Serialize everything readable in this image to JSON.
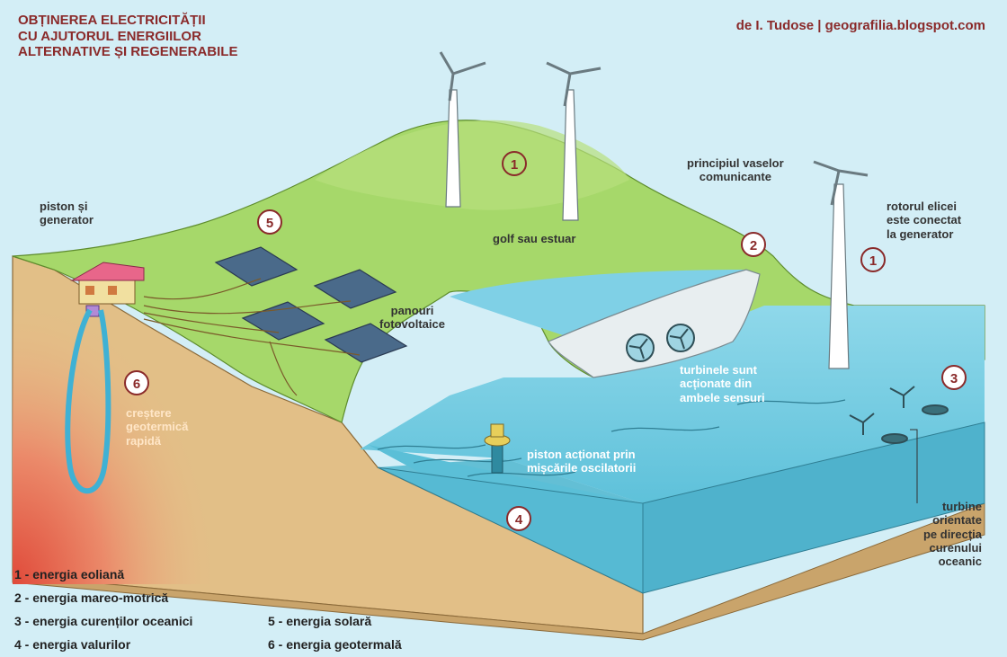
{
  "title": {
    "line1": "OBȚINEREA ELECTRICITĂȚII",
    "line2": "CU AJUTORUL ENERGIILOR",
    "line3": "ALTERNATIVE ȘI REGENERABILE"
  },
  "credit": "de I. Tudose | geografilia.blogspot.com",
  "markers": {
    "wind_hill": "1",
    "wind_sea": "1",
    "tidal": "2",
    "currents": "3",
    "waves": "4",
    "solar": "5",
    "geothermal": "6"
  },
  "labels": {
    "piston_generator_1": "piston și",
    "piston_generator_2": "generator",
    "golf": "golf sau estuar",
    "vase_1": "principiul vaselor",
    "vase_2": "comunicante",
    "rotor_1": "rotorul elicei",
    "rotor_2": "este conectat",
    "rotor_3": "la generator",
    "panouri_1": "panouri",
    "panouri_2": "fotovoltaice",
    "turbinele_1": "turbinele sunt",
    "turbinele_2": "acționate din",
    "turbinele_3": "ambele sensuri",
    "piston_1": "piston acționat prin",
    "piston_2": "mișcările oscilatorii",
    "geo_1": "creștere",
    "geo_2": "geotermică",
    "geo_3": "rapidă",
    "turbine_1": "turbine",
    "turbine_2": "orientate",
    "turbine_3": "pe direcția",
    "turbine_4": "curenului",
    "turbine_5": "oceanic"
  },
  "legend": {
    "l1": "1 - energia eoliană",
    "l2": "2 - energia mareo-motrică",
    "l3": "3 - energia curenților oceanici",
    "l4": "4 - energia valurilor",
    "l5": "5 - energia solară",
    "l6": "6 - energia geotermală"
  },
  "colors": {
    "background": "#d3eef6",
    "grass": "#a6d86a",
    "soil": "#e2bf87",
    "water": "#6cc9df",
    "accent": "#8a2a2a"
  }
}
